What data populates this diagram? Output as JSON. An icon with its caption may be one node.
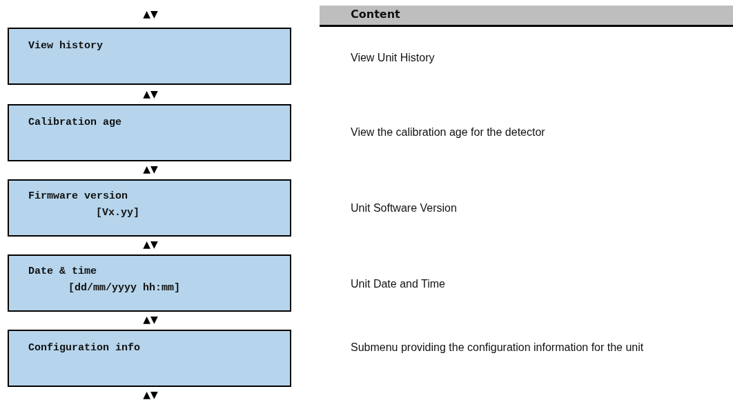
{
  "diagram": {
    "nodes": [
      {
        "text": [
          "View history"
        ]
      },
      {
        "text": [
          "Calibration age"
        ]
      },
      {
        "text": [
          "Firmware version",
          "[Vx.yy]"
        ]
      },
      {
        "text": [
          "Date & time",
          "[dd/mm/yyyy hh:mm]"
        ]
      },
      {
        "text": [
          "Configuration info"
        ]
      }
    ],
    "labels": [
      "▲▼",
      "Content",
      "View Unit History",
      "▲▼",
      "View the calibration age for the detector",
      "▲▼",
      "Unit Software Version",
      "▲▼",
      "Unit Date and Time",
      "▲▼",
      "Submenu providing the configuration information for the unit",
      "▲▼"
    ]
  }
}
